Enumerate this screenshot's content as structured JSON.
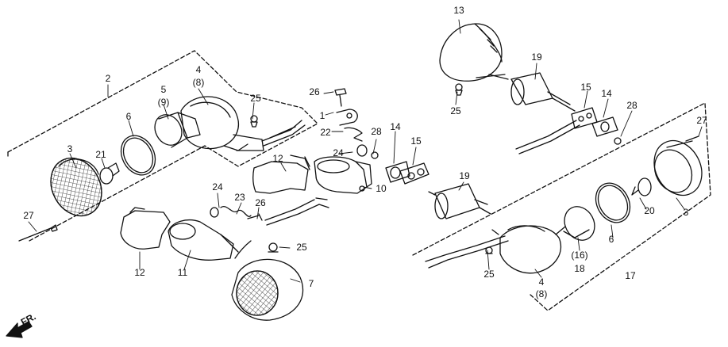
{
  "diagram": {
    "direction_label": "FR.",
    "labels": {
      "p1": "1",
      "p2": "2",
      "p3_left": "3",
      "p3_right": "3",
      "p4_left": "4",
      "p8_left": "(8)",
      "p4_right": "4",
      "p8_right": "(8)",
      "p5": "5",
      "p9": "(9)",
      "p6_left": "6",
      "p6_right": "6",
      "p7": "7",
      "p10": "10",
      "p11": "11",
      "p12_upper": "12",
      "p12_lower": "12",
      "p13": "13",
      "p14_left": "14",
      "p14_right": "14",
      "p15_left": "15",
      "p15_right": "15",
      "p16": "(16)",
      "p17": "17",
      "p18": "18",
      "p19_left": "19",
      "p19_right": "19",
      "p20": "20",
      "p21": "21",
      "p22": "22",
      "p23": "23",
      "p24_upper": "24",
      "p24_lower": "24",
      "p25_left": "25",
      "p25_center": "25",
      "p25_top": "25",
      "p25_bottom": "25",
      "p26_upper": "26",
      "p26_lower": "26",
      "p27_left": "27",
      "p27_right": "27",
      "p28_left": "28",
      "p28_right": "28"
    }
  }
}
